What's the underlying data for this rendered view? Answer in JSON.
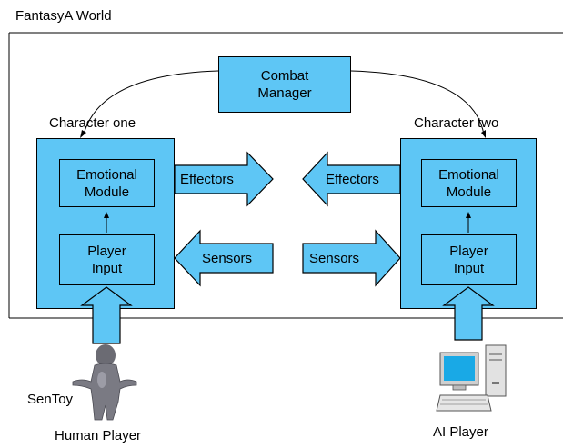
{
  "world": {
    "title": "FantasyA World"
  },
  "combat_manager": {
    "line1": "Combat",
    "line2": "Manager"
  },
  "character_one": {
    "label": "Character one",
    "emotional_line1": "Emotional",
    "emotional_line2": "Module",
    "input_line1": "Player",
    "input_line2": "Input",
    "effectors": "Effectors",
    "sensors": "Sensors"
  },
  "character_two": {
    "label": "Character two",
    "emotional_line1": "Emotional",
    "emotional_line2": "Module",
    "input_line1": "Player",
    "input_line2": "Input",
    "effectors": "Effectors",
    "sensors": "Sensors"
  },
  "human": {
    "device": "SenToy",
    "label": "Human Player"
  },
  "ai": {
    "label": "AI Player"
  },
  "colors": {
    "box_fill": "#5ec6f5",
    "outline": "#000000"
  }
}
